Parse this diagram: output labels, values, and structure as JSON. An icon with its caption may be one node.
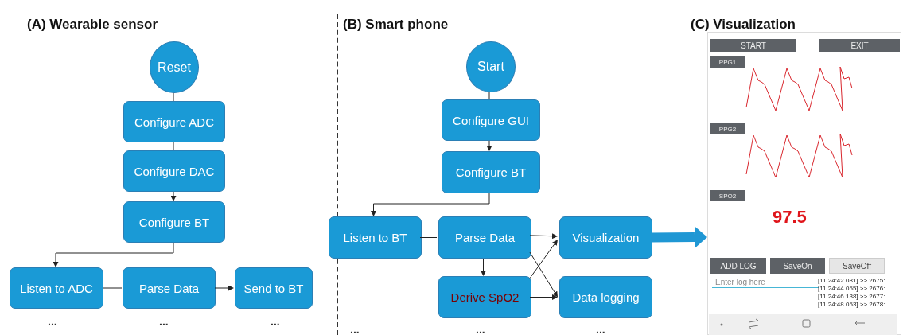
{
  "diagram": {
    "nodes": [
      {
        "text": [
          "(A) Wearable sensor"
        ]
      },
      {
        "text": [
          "Reset"
        ],
        "in": 0
      },
      {
        "text": [
          "Configure ADC"
        ],
        "in": 0
      },
      {
        "text": [
          "Configure DAC"
        ],
        "in": 0
      },
      {
        "text": [
          "Configure BT"
        ],
        "in": 0
      },
      {
        "text": [
          "Listen to ADC"
        ],
        "in": 0
      },
      {
        "text": [
          "Parse Data"
        ],
        "in": 0
      },
      {
        "text": [
          "Send to BT"
        ],
        "in": 0
      },
      {
        "text": [
          "(B) Smart phone"
        ]
      },
      {
        "text": [
          "Start"
        ],
        "in": 8
      },
      {
        "text": [
          "Configure GUI"
        ],
        "in": 8
      },
      {
        "text": [
          "Configure BT"
        ],
        "in": 8
      },
      {
        "text": [
          "Listen to BT"
        ],
        "in": 8
      },
      {
        "text": [
          "Parse Data"
        ],
        "in": 8
      },
      {
        "text": [
          "Visualization"
        ],
        "in": 8
      },
      {
        "text": [
          "Derive SpO2"
        ],
        "in": 8
      },
      {
        "text": [
          "Data logging"
        ],
        "in": 8
      },
      {
        "text": [
          "(C) Visualization"
        ]
      },
      {
        "text": [],
        "shape": "box",
        "in": 17
      },
      {
        "text": [
          "START"
        ],
        "in": 18
      },
      {
        "text": [
          "EXIT"
        ],
        "in": 18
      },
      {
        "text": [
          "PPG1"
        ],
        "in": 18
      },
      {
        "text": [
          "PPG2"
        ],
        "in": 18
      },
      {
        "text": [
          "SPO2"
        ],
        "in": 18
      },
      {
        "text": [
          "ADD LOG"
        ],
        "in": 18
      },
      {
        "text": [
          "SaveOn"
        ],
        "in": 18
      },
      {
        "text": [
          "SaveOff"
        ],
        "in": 18
      }
    ],
    "edges": [
      {
        "from": 1,
        "to": 2,
        "arrow": "none"
      },
      {
        "from": 2,
        "to": 3,
        "arrow": "none"
      },
      {
        "from": 3,
        "to": 4,
        "arrow": "to"
      },
      {
        "from": 4,
        "to": 5,
        "arrow": "to"
      },
      {
        "from": 5,
        "to": 6,
        "arrow": "none"
      },
      {
        "from": 6,
        "to": 7,
        "arrow": "to"
      },
      {
        "from": 9,
        "to": 10,
        "arrow": "none"
      },
      {
        "from": 10,
        "to": 11,
        "arrow": "to"
      },
      {
        "from": 11,
        "to": 12,
        "arrow": "to"
      },
      {
        "from": 12,
        "to": 13,
        "arrow": "none"
      },
      {
        "from": 13,
        "to": 14,
        "arrow": "to"
      },
      {
        "from": 13,
        "to": 16,
        "arrow": "to"
      },
      {
        "from": 13,
        "to": 15,
        "arrow": "to"
      },
      {
        "from": 15,
        "to": 14,
        "arrow": "to"
      },
      {
        "from": 15,
        "to": 16,
        "arrow": "to"
      },
      {
        "from": 14,
        "to": 18,
        "arrow": "to",
        "style": "thick",
        "color": "#1f97d4"
      }
    ],
    "labels": [
      "...",
      "...",
      "...",
      "...",
      "...",
      "...",
      "97.5",
      "Enter log here",
      "[11:24:42.081] >> 2675:",
      "[11:24:44.055] >> 2676:",
      "[11:24:46.138] >> 2677:",
      "[11:24:48.053] >> 2678:"
    ]
  }
}
